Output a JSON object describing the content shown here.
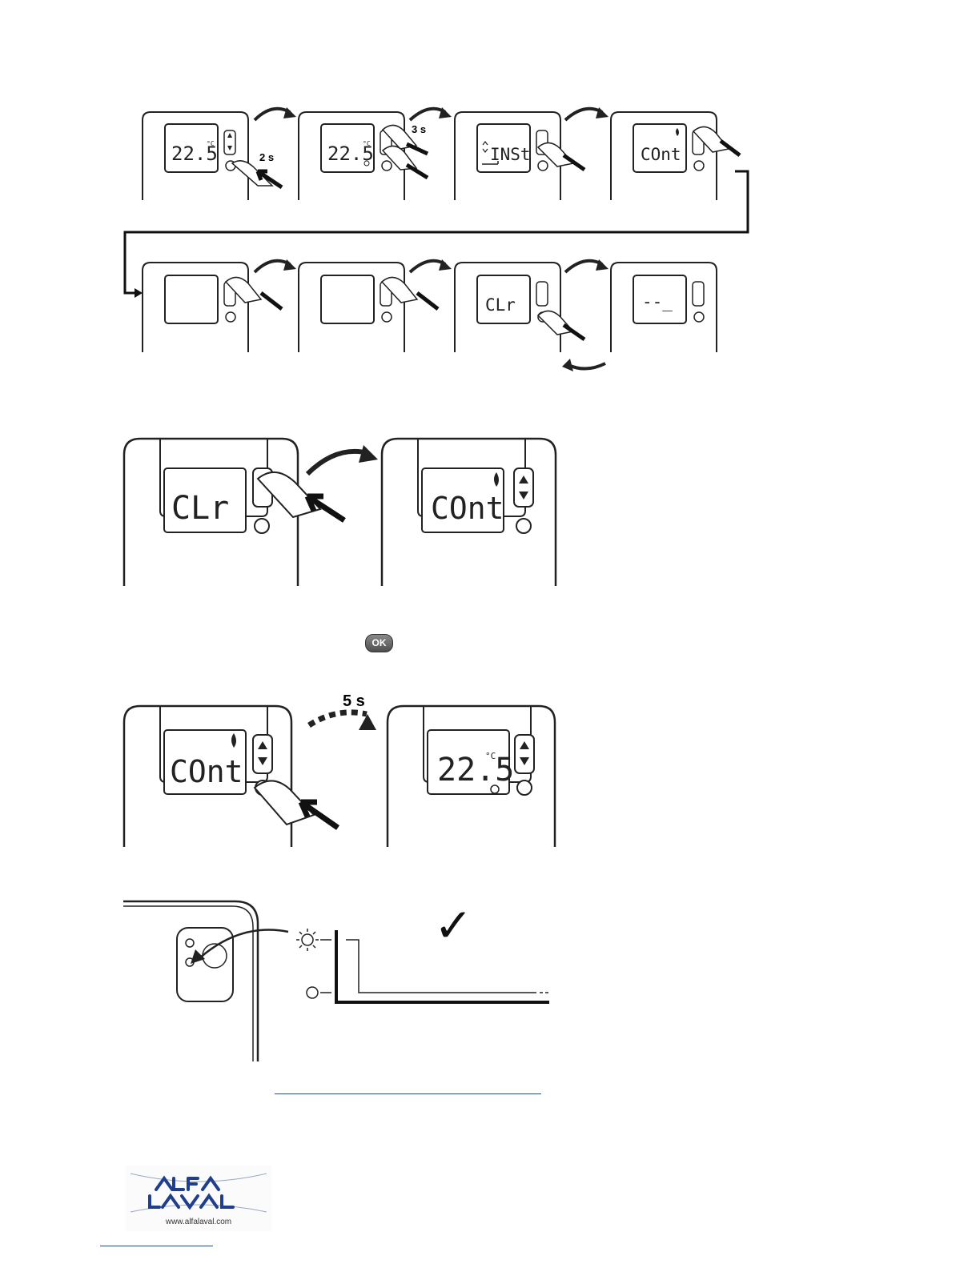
{
  "sequence": {
    "row1": [
      {
        "reading": "22.5",
        "unit": "°C",
        "hint": "2 s"
      },
      {
        "reading": "22.5",
        "unit": "°C",
        "hint": "3 s"
      },
      {
        "reading": "INSt"
      },
      {
        "reading": "COnt"
      }
    ],
    "row2": [
      {
        "reading": ""
      },
      {
        "reading": ""
      },
      {
        "reading": "CLr"
      },
      {
        "reading": "--_"
      }
    ]
  },
  "step_clear": {
    "before": "CLr",
    "after": "COnt"
  },
  "ok_badge": "OK",
  "step_exit": {
    "before": "COnt",
    "timer": "5 s",
    "after": "22.5",
    "unit": "°C"
  },
  "led_check": {
    "mark": "✓"
  },
  "logo": {
    "url": "www.alfalaval.com"
  },
  "colors": {
    "line": "#1a1a1a",
    "link_rule": "#2e4a7d",
    "logo_blue": "#1f3f8c"
  }
}
